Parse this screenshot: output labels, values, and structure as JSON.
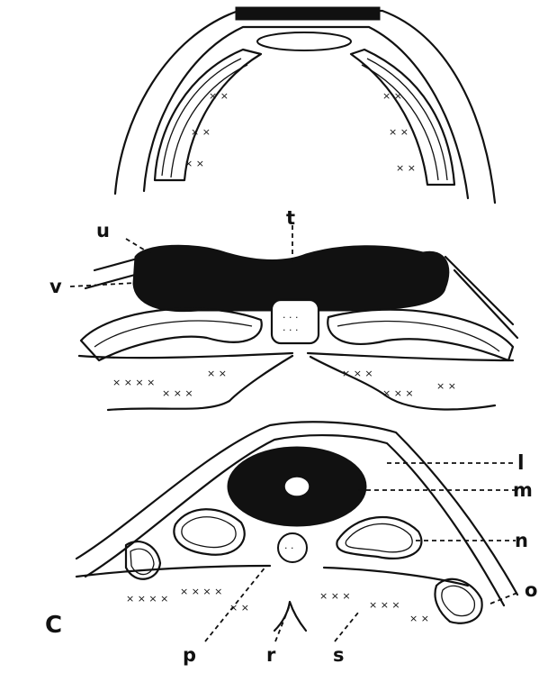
{
  "labels": {
    "t": "t",
    "u": "u",
    "v": "v",
    "l": "l",
    "m": "m",
    "n": "n",
    "o": "o",
    "p": "p",
    "r": "r",
    "s": "s",
    "panel_c": "C"
  }
}
